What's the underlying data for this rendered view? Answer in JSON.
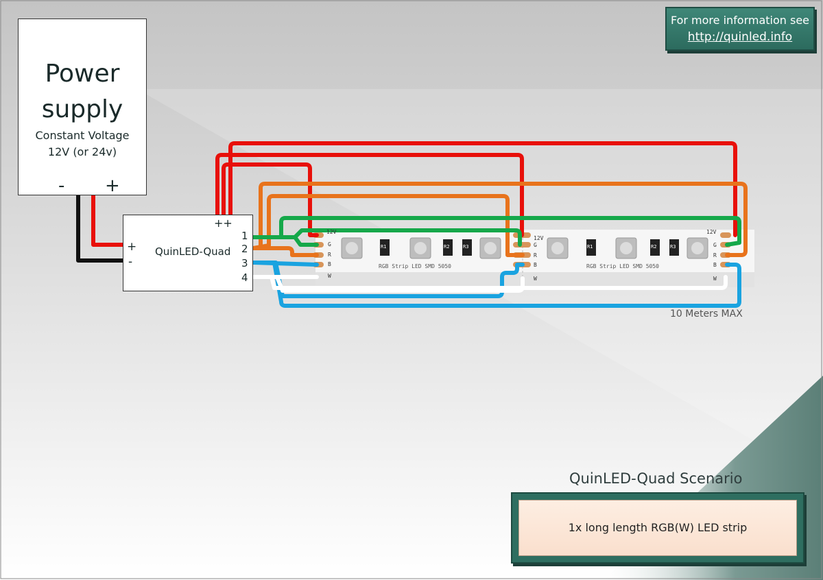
{
  "info": {
    "line1": "For more information see",
    "link": "http://quinled.info"
  },
  "power_supply": {
    "title_line1": "Power",
    "title_line2": "supply",
    "subtitle_line1": "Constant Voltage",
    "subtitle_line2": "12V (or 24v)",
    "minus": "-",
    "plus": "+"
  },
  "controller": {
    "label": "QuinLED-Quad",
    "power_plus": "++",
    "in_plus": "+",
    "in_minus": "-",
    "channels": [
      "1",
      "2",
      "3",
      "4"
    ]
  },
  "strip": {
    "pad_labels": [
      "12V",
      "G",
      "R",
      "B",
      "W"
    ],
    "segment_label": "RGB Strip LED SMD 5050",
    "resistors": [
      "R1",
      "R2",
      "R3"
    ],
    "max_length": "10 Meters MAX"
  },
  "scenario": {
    "title": "QuinLED-Quad Scenario",
    "description": "1x long length RGB(W) LED strip"
  },
  "colors": {
    "red": "#e8100a",
    "green": "#15a84a",
    "orange": "#e8731c",
    "blue": "#1aa3e0",
    "white": "#ffffff",
    "black": "#111111",
    "accent": "#2e6e60"
  }
}
